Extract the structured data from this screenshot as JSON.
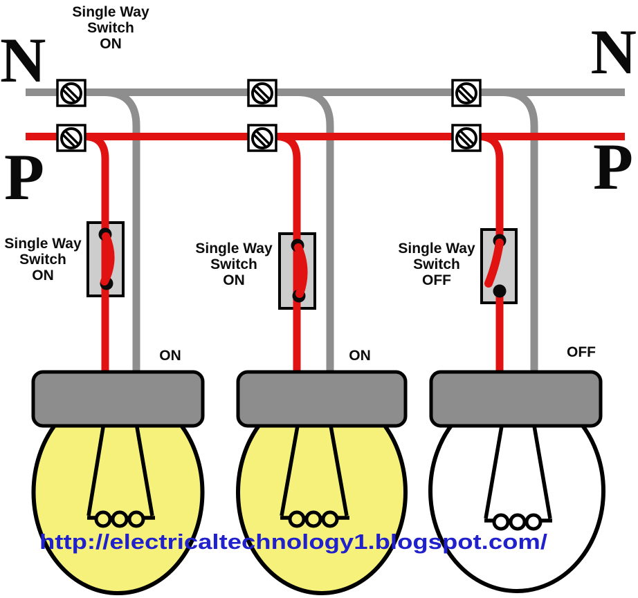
{
  "colors": {
    "phase_red": "#e01212",
    "phase_letter_red": "#d5261f",
    "neutral_gray": "#8e8e8e",
    "lamp_cap_gray": "#8d8d8d",
    "switch_body_gray": "#cdcdcd",
    "bulb_on_yellow": "#f5f17b",
    "bulb_off_white": "#ffffff",
    "url_blue": "#2121cc"
  },
  "header_label": {
    "line1": "Single Way",
    "line2": "Switch",
    "line3": "ON"
  },
  "bus": {
    "neutral_left": "N",
    "neutral_right": "N",
    "phase_left": "P",
    "phase_right": "P"
  },
  "switches": [
    {
      "label_line1": "Single Way",
      "label_line2": "Switch",
      "state": "ON"
    },
    {
      "label_line1": "Single Way",
      "label_line2": "Switch",
      "state": "ON"
    },
    {
      "label_line1": "Single Way",
      "label_line2": "Switch",
      "state": "OFF"
    }
  ],
  "lamps": [
    {
      "state": "ON",
      "bulb_fill": "#f5f17b"
    },
    {
      "state": "ON",
      "bulb_fill": "#f5f17b"
    },
    {
      "state": "OFF",
      "bulb_fill": "#ffffff"
    }
  ],
  "footer": {
    "url": "http://electricaltechnology1.blogspot.com/"
  }
}
